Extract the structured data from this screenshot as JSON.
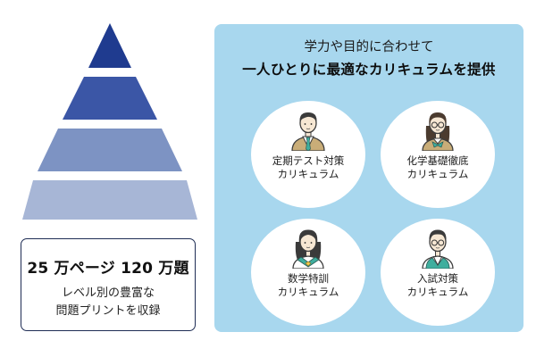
{
  "stats": {
    "headline": "25 万ページ 120 万題",
    "description_lines": [
      "レベル別の豊富な",
      "問題プリントを収録"
    ]
  },
  "panel": {
    "heading_line1": "学力や目的に合わせて",
    "heading_line2": "一人ひとりに最適なカリキュラムを提供"
  },
  "courses": [
    {
      "title": "定期テスト対策",
      "subtitle": "カリキュラム",
      "icon": "businessman-icon"
    },
    {
      "title": "化学基礎徹底",
      "subtitle": "カリキュラム",
      "icon": "female-student-glasses-icon"
    },
    {
      "title": "数学特訓",
      "subtitle": "カリキュラム",
      "icon": "female-student-sailor-icon"
    },
    {
      "title": "入試対策",
      "subtitle": "カリキュラム",
      "icon": "male-student-vest-icon"
    }
  ],
  "colors": {
    "pyramid_tiers": [
      "#1f3b8f",
      "#3b56a6",
      "#7d93c3",
      "#a7b6d6"
    ],
    "panel_background": "#a8d7ee",
    "box_border": "#1f2d55"
  }
}
